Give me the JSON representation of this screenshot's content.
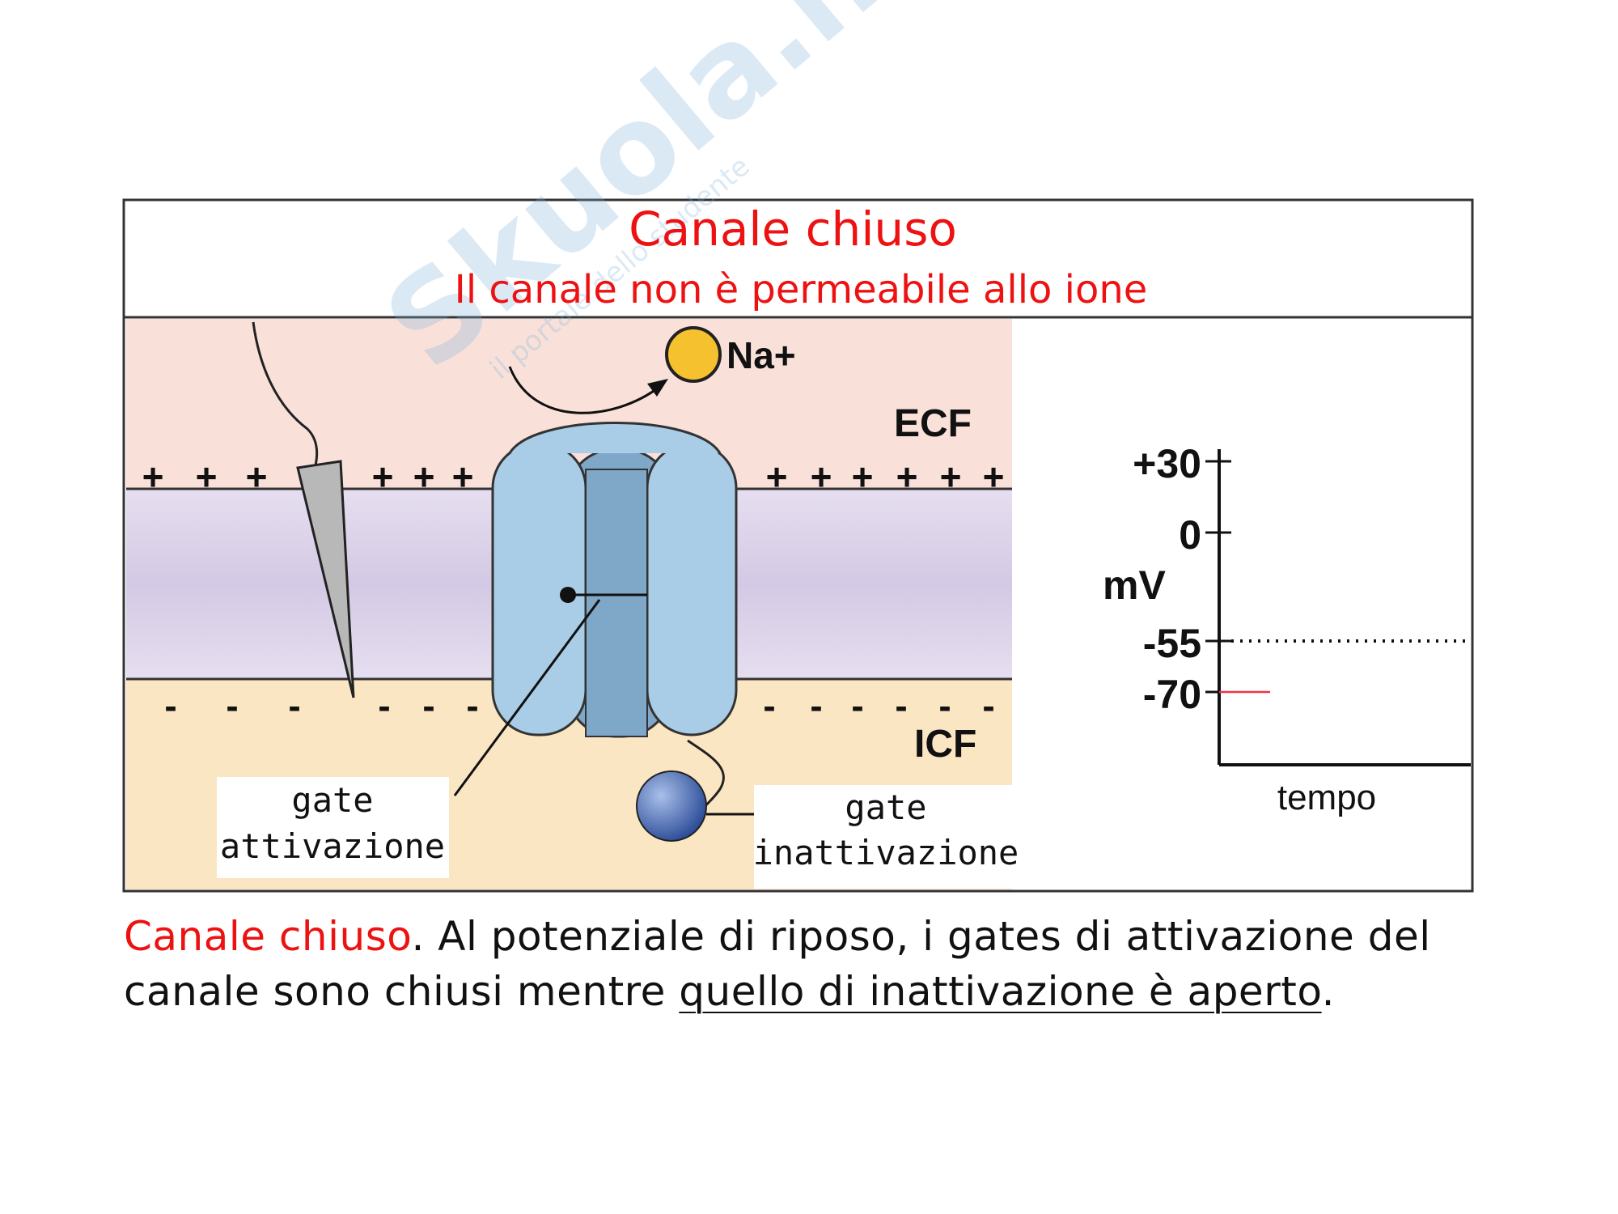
{
  "header": {
    "title": "Canale chiuso",
    "subtitle": "Il canale non è permeabile allo ione"
  },
  "diagram": {
    "ion_label": "Na+",
    "ecf_label": "ECF",
    "icf_label": "ICF",
    "plus_sign": "+",
    "minus_sign": "-",
    "gate_activation_line1": "gate",
    "gate_activation_line2": "attivazione",
    "gate_inactivation_line1": "gate",
    "gate_inactivation_line2": "inattivazione",
    "colors": {
      "ecf": "#f9e1da",
      "membrane": "#ddd3ea",
      "icf": "#fbe6c4",
      "channel": "#a9cde6",
      "ion": "#f5c12e",
      "ball": "#3c5fa8",
      "accent_red": "#ee1111"
    }
  },
  "graph": {
    "ylabel": "mV",
    "xlabel": "tempo",
    "ticks": [
      "+30",
      "0",
      "-55",
      "-70"
    ],
    "threshold_mv": -55,
    "resting_mv": -70
  },
  "caption": {
    "lead": "Canale chiuso",
    "part1": ". Al potenziale di riposo, i gates di attivazione del",
    "part2": "canale sono chiusi mentre ",
    "underlined": "quello di inattivazione è aperto",
    "end": "."
  },
  "watermark": {
    "brand": "Skuola.net",
    "tagline": "il portale dello studente"
  }
}
